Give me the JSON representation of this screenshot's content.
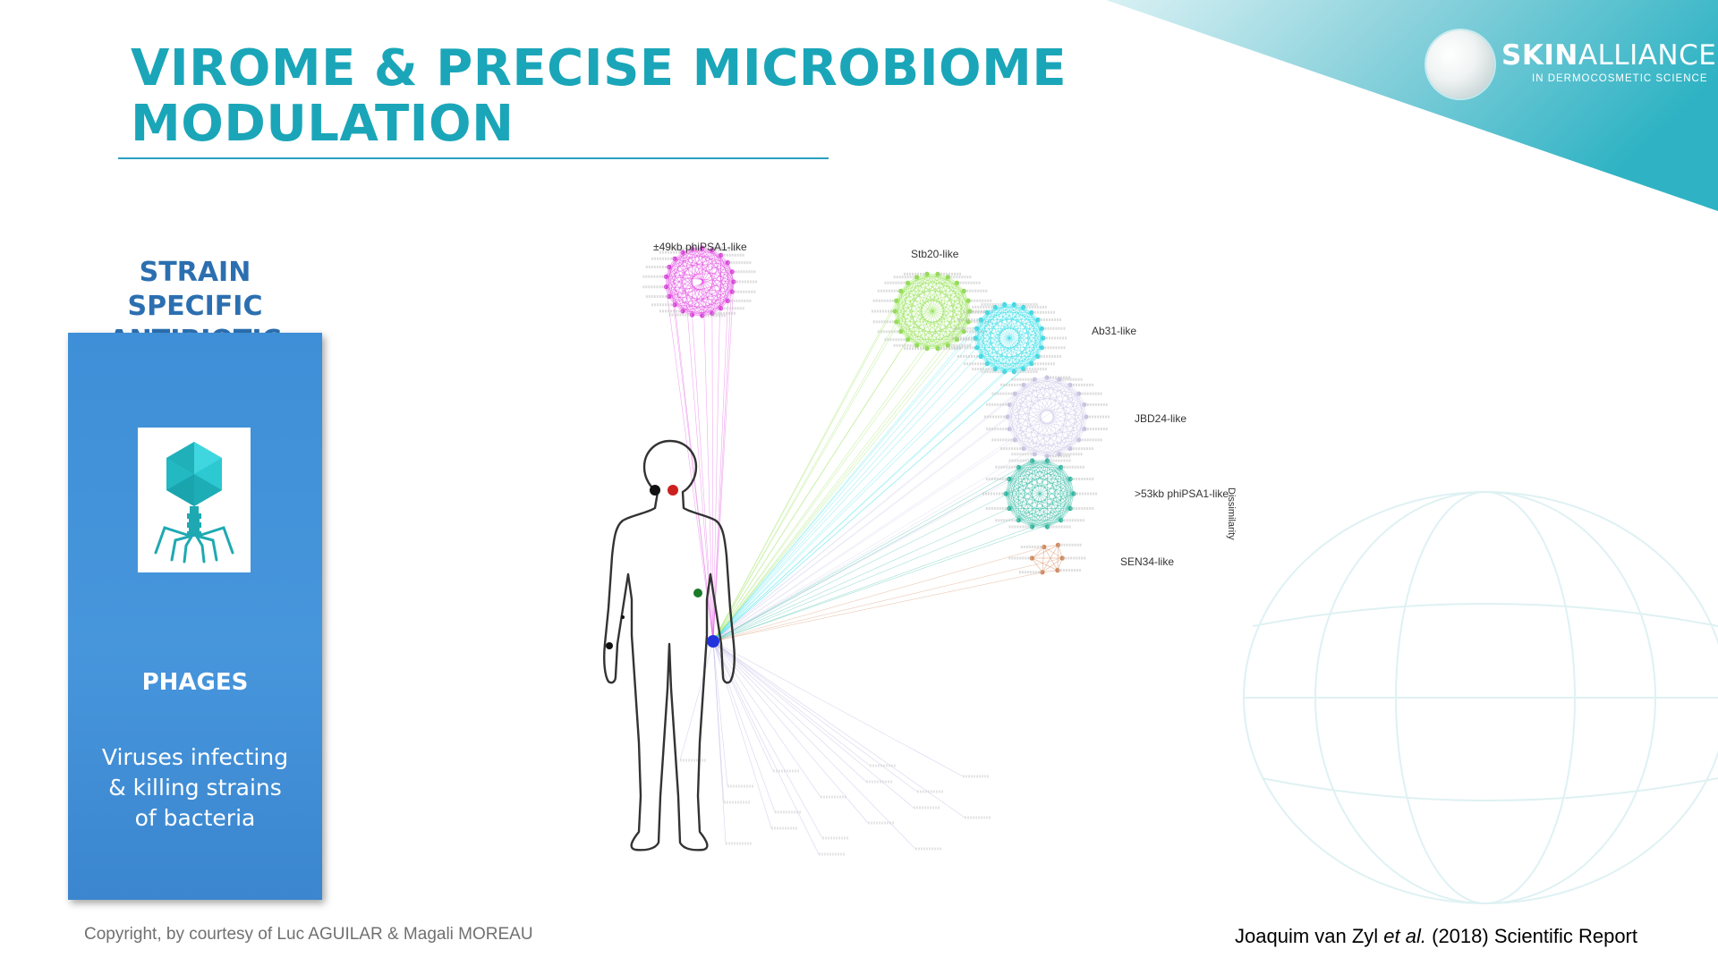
{
  "slide": {
    "title_line1": "VIROME & PRECISE MICROBIOME",
    "title_line2": "MODULATION",
    "logo": {
      "name_bold": "SKIN",
      "name_rest": "ALLIANCE",
      "subtitle": "IN DERMOCOSMETIC SCIENCE"
    },
    "card": {
      "heading_line1": "STRAIN SPECIFIC",
      "heading_line2": "ANTIBIOTIC",
      "item_title": "PHAGES",
      "item_desc_line1": "Viruses infecting",
      "item_desc_line2": "& killing strains",
      "item_desc_line3": "of bacteria"
    },
    "icons": {
      "phage": "bacteriophage-icon",
      "body": "human-body-outline-icon"
    },
    "copyright": "Copyright, by courtesy of Luc AGUILAR & Magali MOREAU",
    "citation_author": "Joaquim van Zyl ",
    "citation_etal": "et al.",
    "citation_rest": " (2018) Scientific Report"
  },
  "diagram": {
    "axis_label": "Dissimilarity",
    "clusters": [
      {
        "label": "±49kb phiPSA1-like",
        "color": "#e040e0"
      },
      {
        "label": "Stb20-like",
        "color": "#8ee04a"
      },
      {
        "label": "Ab31-like",
        "color": "#33dde8"
      },
      {
        "label": "JBD24-like",
        "color": "#ccc8e8"
      },
      {
        "label": ">53kb phiPSA1-like",
        "color": "#2ab8a0"
      },
      {
        "label": "SEN34-like",
        "color": "#d2875a"
      }
    ],
    "body_sites": [
      {
        "color": "#111111"
      },
      {
        "color": "#cc2020"
      },
      {
        "color": "#1a7a2a"
      },
      {
        "color": "#2233dd"
      },
      {
        "color": "#111111"
      },
      {
        "color": "#111111"
      }
    ]
  },
  "colors": {
    "title": "#1aa6b8",
    "card": "#4293da",
    "card_heading": "#2c6fb0",
    "teal_corner": "#3fb8c8"
  }
}
